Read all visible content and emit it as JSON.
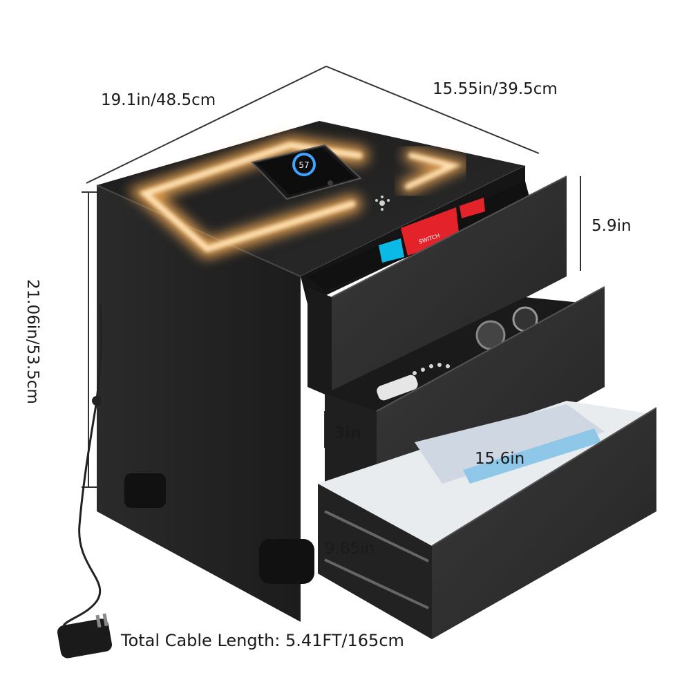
{
  "dimensions": {
    "depth": "19.1in/48.5cm",
    "width": "15.55in/39.5cm",
    "height": "21.06in/53.5cm",
    "top_drawer_height": "5.9in",
    "middle_drawer_height": "3in",
    "drawer_inner_length": "15.6in",
    "bottom_drawer_height": "9.85in"
  },
  "cable": {
    "label": "Total Cable Length:",
    "value": "5.41FT/165cm"
  },
  "phone_screen": {
    "charge_level": "57"
  },
  "drawer_box_label": "SWITCH",
  "colors": {
    "cabinet": "#262626",
    "cabinet_side": "#1b1b1b",
    "led_glow": "#ffb35a",
    "led_core": "#fff2d8",
    "charge_ring": "#3fa3ff",
    "accent_red": "#e4222a",
    "accent_blue": "#0ab9e6"
  },
  "icons": [
    "wireless-charging-icon",
    "power-plug-icon",
    "touch-sensor-icon"
  ]
}
